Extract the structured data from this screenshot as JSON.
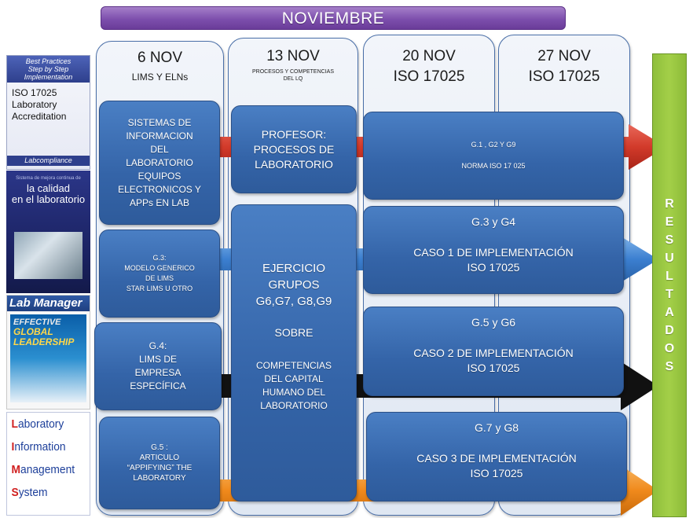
{
  "month": "NOVIEMBRE",
  "columns": [
    {
      "date": "6 NOV",
      "subtitle": "LIMS Y ELNs"
    },
    {
      "date": "13 NOV",
      "subtitle": "PROCESOS Y COMPETENCIAS DEL LQ"
    },
    {
      "date": "20 NOV",
      "subtitle": "ISO 17025"
    },
    {
      "date": "27 NOV",
      "subtitle": "ISO 17025"
    }
  ],
  "col1_boxes": [
    [
      "SISTEMAS  DE",
      "INFORMACION",
      "DEL",
      "LABORATORIO",
      "EQUIPOS",
      "ELECTRONICOS  Y",
      "APPs  EN LAB"
    ],
    [
      "G.3:",
      "MODELO GENERICO",
      "DE  LIMS",
      "STAR LIMS U OTRO"
    ],
    [
      "G.4:",
      "LIMS DE",
      "EMPRESA",
      "ESPECÍFICA"
    ],
    [
      "G.5 :",
      "ARTICULO",
      "“APPIFYING”  THE",
      "LABORATORY"
    ]
  ],
  "col2_boxes": {
    "profesor": [
      "PROFESOR:",
      "PROCESOS DE",
      "LABORATORIO"
    ],
    "ejercicio": [
      "EJERCICIO",
      "GRUPOS",
      "G6,G7, G8,G9"
    ],
    "sobre": "SOBRE",
    "competencias": [
      "COMPETENCIAS",
      "DEL CAPITAL",
      "HUMANO DEL",
      "LABORATORIO"
    ]
  },
  "wide_boxes": [
    {
      "title": "G.1 , G2 Y G9",
      "body": [
        "NORMA ISO 17 025"
      ]
    },
    {
      "title": "G.3 y G4",
      "body": [
        "CASO 1 DE IMPLEMENTACIÓN",
        "ISO 17025"
      ]
    },
    {
      "title": "G.5 y G6",
      "body": [
        "CASO 2 DE IMPLEMENTACIÓN",
        "ISO 17025"
      ]
    },
    {
      "title": "G.7 y G8",
      "body": [
        "CASO 3 DE IMPLEMENTACIÓN",
        "ISO 17025"
      ]
    }
  ],
  "results_letters": [
    "R",
    "E",
    "S",
    "U",
    "L",
    "T",
    "A",
    "D",
    "O",
    "S"
  ],
  "covers": {
    "book1": {
      "header": [
        "Best Practices",
        "Step by Step",
        "Implementation"
      ],
      "body": [
        "ISO 17025",
        "Laboratory",
        "Accreditation"
      ],
      "footer": "Labcompliance"
    },
    "book2": {
      "title": [
        "la",
        "calidad",
        "en el",
        "laboratorio"
      ],
      "small": "Sistema de mejora continua de"
    },
    "magazine": {
      "name": "Lab Manager",
      "headline1": "EFFECTIVE",
      "headline2": "GLOBAL LEADERSHIP"
    },
    "lims": {
      "lines": [
        {
          "initial": "L",
          "rest": "aboratory"
        },
        {
          "initial": "I",
          "rest": "nformation"
        },
        {
          "initial": "M",
          "rest": "anagement"
        },
        {
          "initial": "S",
          "rest": "ystem"
        }
      ]
    }
  },
  "colors": {
    "banner": "#7d4fad",
    "box": "#3464a8",
    "arrow_red": "#d23a2a",
    "arrow_blue": "#3b7fd0",
    "arrow_black": "#111111",
    "arrow_orange": "#f08a1c",
    "results": "#9ccb45"
  }
}
